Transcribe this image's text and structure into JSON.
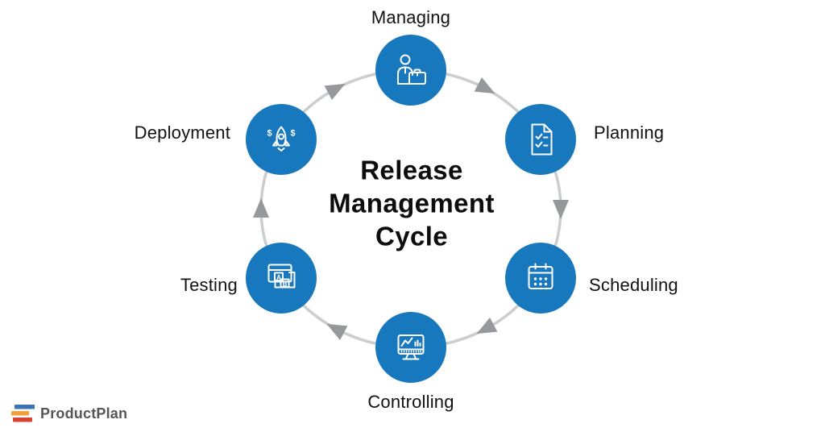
{
  "diagram": {
    "title_lines": [
      "Release",
      "Management",
      "Cycle"
    ],
    "stages": [
      {
        "label": "Managing",
        "icon": "manager-briefcase-icon"
      },
      {
        "label": "Planning",
        "icon": "checklist-document-icon"
      },
      {
        "label": "Scheduling",
        "icon": "calendar-icon"
      },
      {
        "label": "Controlling",
        "icon": "monitor-chart-icon"
      },
      {
        "label": "Testing",
        "icon": "ab-test-icon"
      },
      {
        "label": "Deployment",
        "icon": "rocket-dollars-icon"
      }
    ],
    "icon_letters": {
      "a": "A",
      "b": "B",
      "dollar_left": "$",
      "dollar_right": "$"
    },
    "colors": {
      "node_blue": "#1878BE",
      "icon_white": "#FFFFFF",
      "ring_gray": "#CBCDCF",
      "arrow_gray": "#96989B",
      "text_black": "#111111"
    }
  },
  "footer": {
    "logo_text": "ProductPlan",
    "logo_text_color": "#55565A",
    "logo_bar_colors": [
      "#3B73B4",
      "#F0A13C",
      "#D84332"
    ]
  }
}
